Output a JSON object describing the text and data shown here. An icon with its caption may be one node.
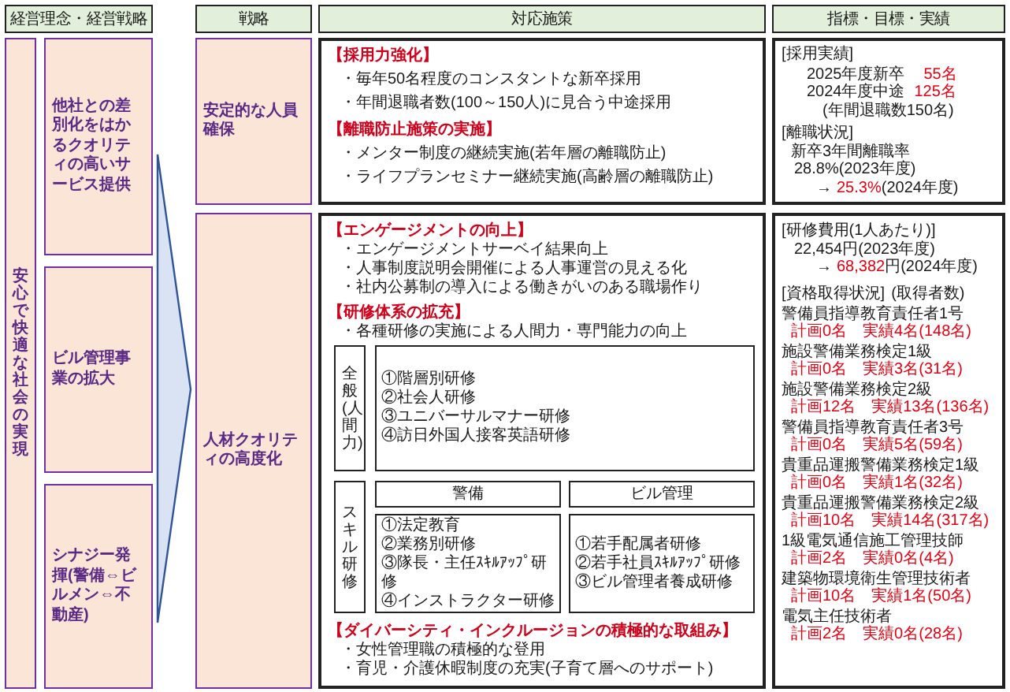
{
  "diagram": {
    "nodes": [
      {
        "text": [
          "経営理念・経営戦略"
        ]
      },
      {
        "text": [
          "安心で快適な社会の実現"
        ]
      },
      {
        "text": [
          "他社との差別化をはかるクオリティの高いサービス提供"
        ]
      },
      {
        "text": [
          "ビル管理事業の拡大"
        ]
      },
      {
        "text": [
          "シナジー発揮(警備⇔ビルメン⇔不動産)"
        ]
      },
      {
        "text": [
          "戦略"
        ]
      },
      {
        "text": [
          "安定的な人員確保"
        ]
      },
      {
        "text": [
          "人材クオリティの高度化"
        ]
      },
      {
        "text": [
          "対応施策"
        ]
      },
      {
        "text": [
          "【採用力強化】",
          "・毎年50名程度のコンスタントな新卒採用",
          "・年間退職者数(100～150人)に見合う中途採用",
          "【離職防止施策の実施】",
          "・メンター制度の継続実施(若年層の離職防止)",
          "・ライフプランセミナー継続実施(高齢層の離職防止)"
        ]
      },
      {
        "text": [
          "【エンゲージメントの向上】",
          "・エンゲージメントサーベイ結果向上",
          "・人事制度説明会開催による人事運営の見える化",
          "・社内公募制の導入による働きがいのある職場作り",
          "【研修体系の拡充】",
          "・各種研修の実施による人間力・専門能力の向上",
          "【ダイバーシティ・インクルージョンの積極的な取組み】",
          "・女性管理職の積極的な登用",
          "・育児・介護休暇制度の充実(子育て層へのサポート)"
        ]
      },
      {
        "text": [
          "全般(人間力)"
        ],
        "in": 10
      },
      {
        "text": [
          "①階層別研修",
          "②社会人研修",
          "③ユニバーサルマナー研修",
          "④訪日外国人接客英語研修"
        ],
        "in": 10
      },
      {
        "text": [
          "スキル研修"
        ],
        "in": 10
      },
      {
        "text": [
          "警備"
        ],
        "in": 10
      },
      {
        "text": [
          "ビル管理"
        ],
        "in": 10
      },
      {
        "text": [
          "①法定教育",
          "②業務別研修",
          "③隊長・主任ｽｷﾙｱｯﾌﾟ研修",
          "④インストラクター研修"
        ],
        "in": 10
      },
      {
        "text": [
          "①若手配属者研修",
          "②若手社員ｽｷﾙｱｯﾌﾟ研修",
          "③ビル管理者養成研修"
        ],
        "in": 10
      },
      {
        "text": [
          "指標・目標・実績"
        ]
      },
      {
        "text": [
          "[採用実績]",
          "2025年度新卒",
          "55名",
          "2024年度中途",
          "125名",
          "(年間退職数150名)",
          "[離職状況]",
          "新卒3年間離職率",
          "28.8%(2023年度)",
          "→",
          "25.3%",
          "(2024年度)"
        ]
      },
      {
        "text": [
          "[研修費用(1人あたり)]",
          "22,454円(2023年度)",
          "→",
          "68,382",
          "円(2024年度)",
          "[資格取得状況]",
          "(取得者数)",
          "警備員指導教育責任者1号",
          "計画0名　実績4名(148名)",
          "施設警備業務検定1級",
          "計画0名　実績3名(31名)",
          "施設警備業務検定2級",
          "計画12名　実績13名(136名)",
          "警備員指導教育責任者3号",
          "計画0名　実績5名(59名)",
          "貴重品運搬警備業務検定1級",
          "計画0名　実績1名(32名)",
          "貴重品運搬警備業務検定2級",
          "計画10名　実績14名(317名)",
          "1級電気通信施工管理技師",
          "計画2名　実績0名(4名)",
          "建築物環境衛生管理技術者",
          "計画10名　実績1名(50名)",
          "電気主任技術者",
          "計画2名　実績0名(28名)"
        ]
      }
    ]
  }
}
